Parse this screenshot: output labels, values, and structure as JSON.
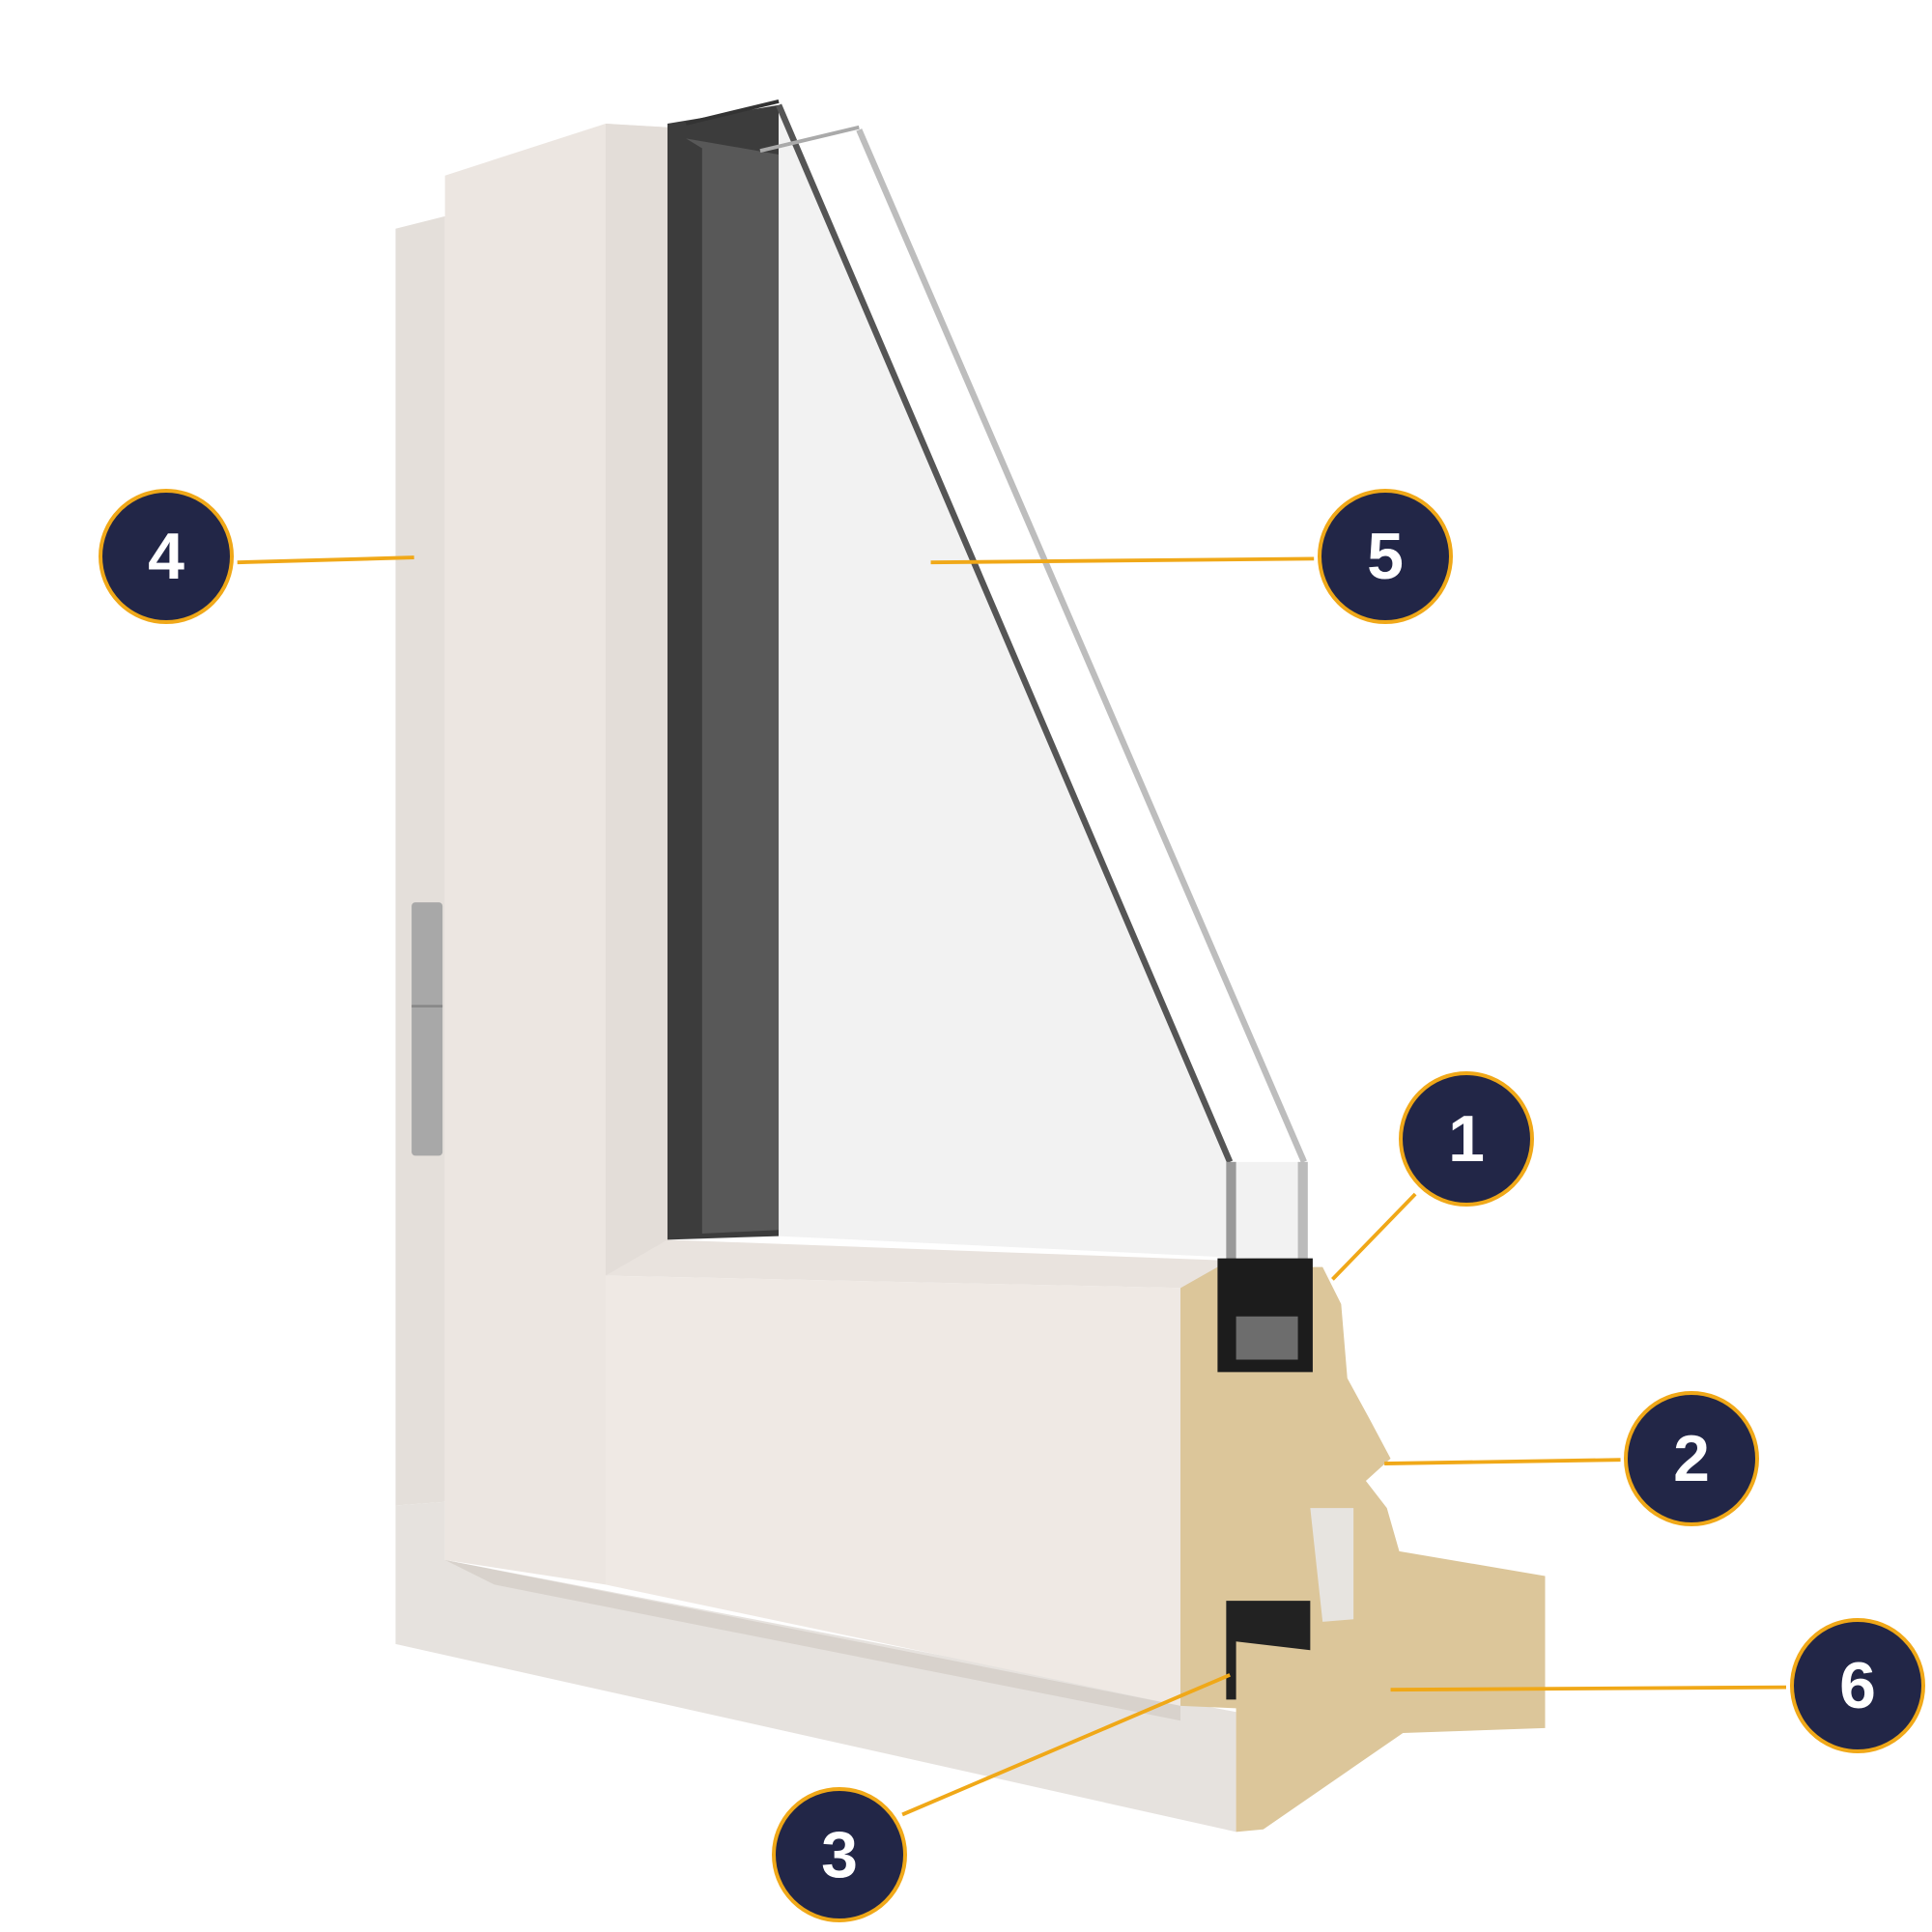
{
  "colors": {
    "badge_fill": "#222647",
    "badge_ring": "#f0a818",
    "leader": "#f0a818",
    "wood": "#dcc69a",
    "frame_paint": "#ece6e1"
  },
  "callouts": [
    {
      "label": "1"
    },
    {
      "label": "2"
    },
    {
      "label": "3"
    },
    {
      "label": "4"
    },
    {
      "label": "5"
    },
    {
      "label": "6"
    }
  ]
}
